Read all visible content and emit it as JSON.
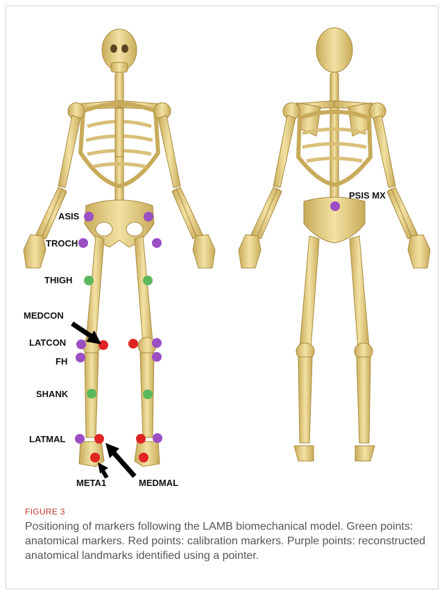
{
  "figure": {
    "labels": {
      "asis": "ASIS",
      "troch": "TROCH",
      "thigh": "THIGH",
      "medcon": "MEDCON",
      "latcon": "LATCON",
      "fh": "FH",
      "shank": "SHANK",
      "latmal": "LATMAL",
      "meta1": "META1",
      "medmal": "MEDMAL",
      "psis_mx": "PSIS MX"
    },
    "colors": {
      "anatomical": "#5cb85c",
      "calibration": "#e02424",
      "reconstructed": "#9b4fc4",
      "bone": "#e6d08a",
      "bone_shade": "#b89a4a",
      "arrow": "#000000"
    }
  },
  "caption": {
    "figure_number": "FIGURE 3",
    "text": "Positioning of markers following the LAMB biomechanical model. Green points: anatomical markers. Red points: calibration markers. Purple points: reconstructed anatomical landmarks identified using a pointer."
  }
}
